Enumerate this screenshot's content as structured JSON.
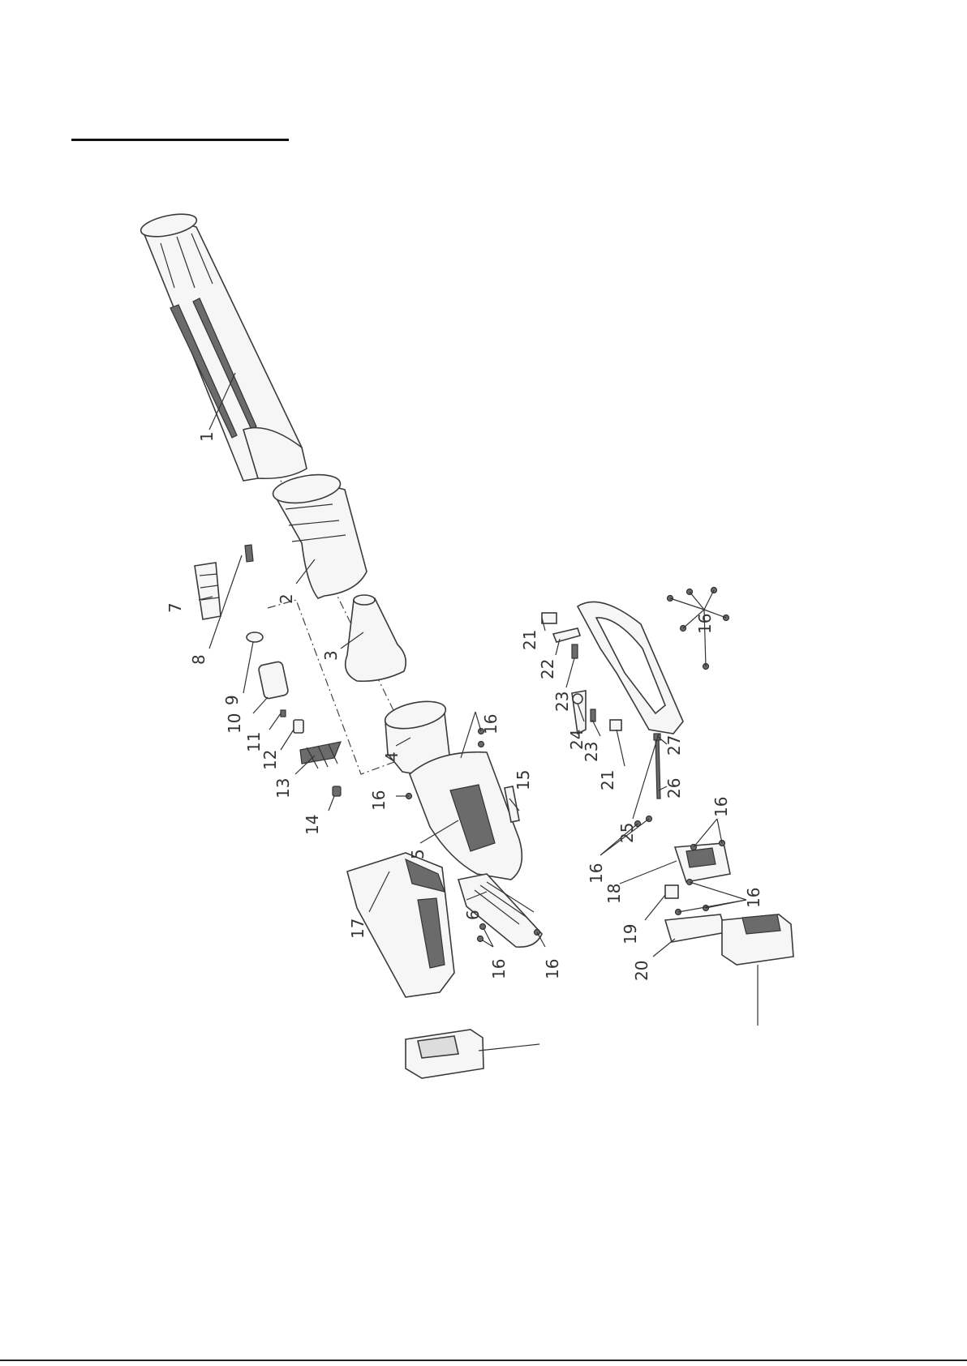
{
  "document": {
    "type": "exploded parts diagram"
  },
  "callouts": [
    "1",
    "2",
    "3",
    "4",
    "5",
    "6",
    "7",
    "8",
    "9",
    "10",
    "11",
    "12",
    "13",
    "14",
    "15",
    "16",
    "17",
    "18",
    "19",
    "20",
    "21",
    "22",
    "23",
    "24",
    "25",
    "26",
    "27"
  ]
}
